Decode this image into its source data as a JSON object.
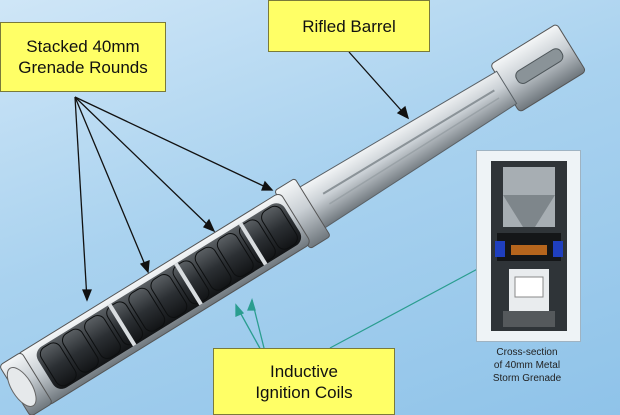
{
  "labels": {
    "stacked_rounds": [
      "Stacked 40mm",
      "Grenade Rounds"
    ],
    "rifled_barrel": "Rifled Barrel",
    "ignition_coils": [
      "Inductive",
      "Ignition Coils"
    ]
  },
  "inset_caption": [
    "Cross-section",
    "of 40mm Metal",
    "Storm Grenade"
  ],
  "colors": {
    "background": "#a9d2ef",
    "callout_fill": "#ffff66",
    "leader_line": "#111111",
    "coil_leader": "#2a9d8f"
  }
}
